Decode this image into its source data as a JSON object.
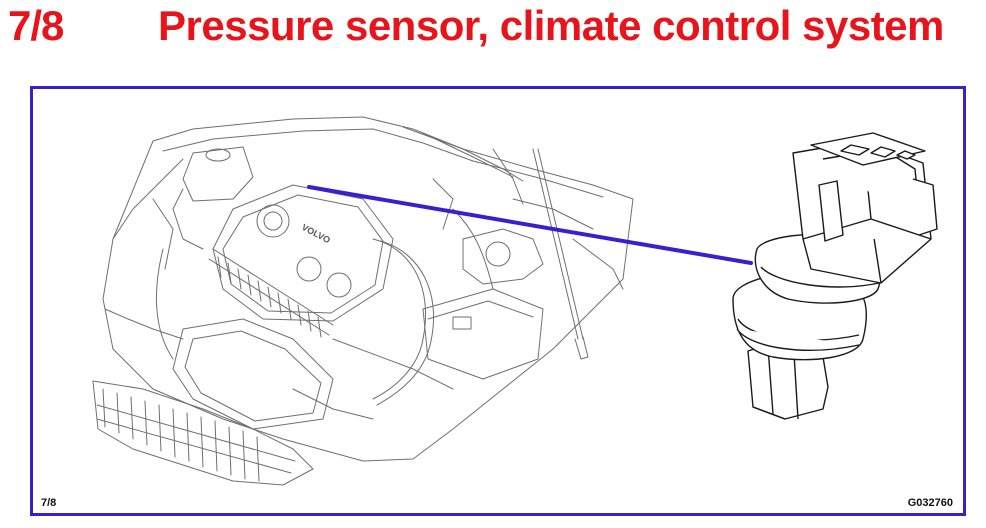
{
  "header": {
    "page_number": "7/8",
    "title": "Pressure sensor, climate control system"
  },
  "figure": {
    "badge_text": "VOLVO",
    "footer_left": "7/8",
    "footer_right": "G032760",
    "frame_color": "#3a1fd0",
    "leader_color": "#3a1fd0",
    "title_color": "#e8141b"
  }
}
